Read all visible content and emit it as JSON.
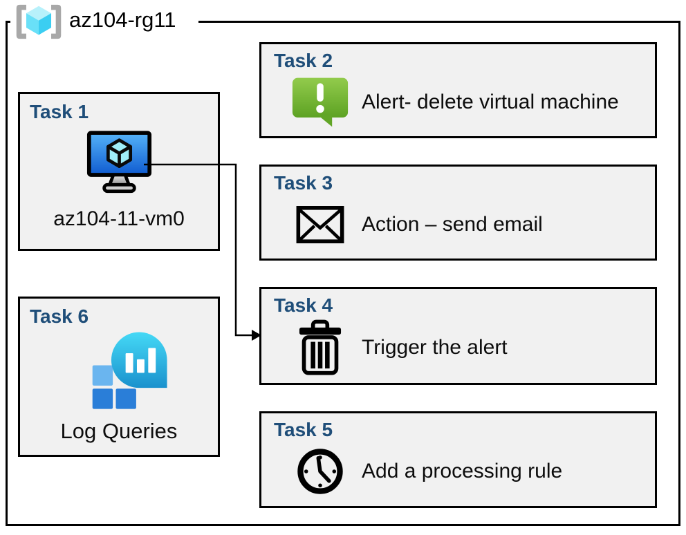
{
  "header": {
    "title": "az104-rg11",
    "icon": "resource-group-icon"
  },
  "tasks": [
    {
      "label": "Task 1",
      "caption": "az104-11-vm0",
      "icon": "virtual-machine-icon"
    },
    {
      "label": "Task 2",
      "caption": "Alert- delete virtual machine",
      "icon": "alert-icon"
    },
    {
      "label": "Task 3",
      "caption": "Action – send email",
      "icon": "email-icon"
    },
    {
      "label": "Task 4",
      "caption": "Trigger the alert",
      "icon": "trash-icon"
    },
    {
      "label": "Task 5",
      "caption": "Add a processing rule",
      "icon": "clock-icon"
    },
    {
      "label": "Task 6",
      "caption": "Log Queries",
      "icon": "log-analytics-icon"
    }
  ],
  "connector": {
    "from": "task1-virtual-machine",
    "to": "task4-box"
  },
  "colors": {
    "task_label_blue": "#1F4E79",
    "box_fill_gray": "#F1F1F1",
    "border_black": "#000000",
    "alert_green_top": "#92CB4C",
    "alert_green_bottom": "#5DA223",
    "vm_screen_top": "#55B3F8",
    "vm_screen_bottom": "#0F5BD0",
    "log_bubble_top": "#45D9F6",
    "log_bubble_bottom": "#1A91CD",
    "log_square_light": "#6AB5EF",
    "log_square_dark": "#2A7ED8",
    "rg_cube_top": "#B7F1FB",
    "rg_cube_left": "#69E0F8",
    "rg_cube_right": "#3BCEF2",
    "bracket_gray": "#A8A8A8"
  }
}
